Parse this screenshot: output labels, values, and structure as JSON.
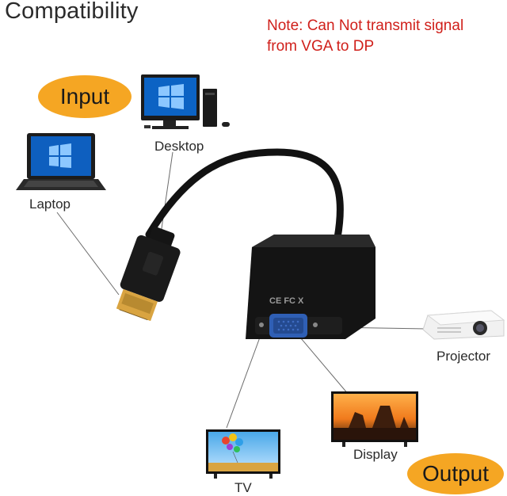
{
  "title": "Compatibility",
  "note": {
    "line1": "Note: Can Not transmit signal",
    "line2": "from VGA to DP"
  },
  "input_label": "Input",
  "output_label": "Output",
  "devices": {
    "desktop": "Desktop",
    "laptop": "Laptop",
    "projector": "Projector",
    "display": "Display",
    "tv": "TV"
  },
  "adapter_marks": "CE FC X",
  "colors": {
    "pill": "#f5a623",
    "note": "#d0201b",
    "cable": "#111111",
    "vga_port": "#2f5fb5",
    "dp_connector": "#d9a441"
  }
}
